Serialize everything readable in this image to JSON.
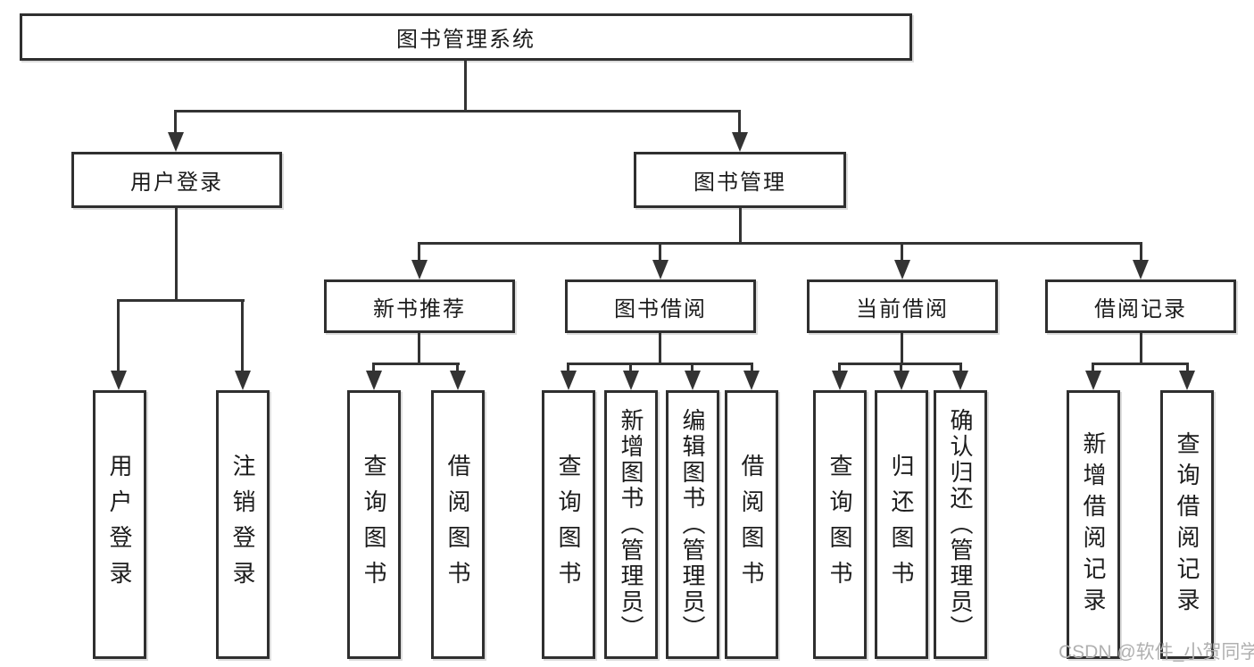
{
  "diagram": {
    "title": "图书管理系统",
    "root": {
      "label": "图书管理系统"
    },
    "level2": [
      {
        "id": "user-login",
        "label": "用户登录"
      },
      {
        "id": "book-management",
        "label": "图书管理"
      }
    ],
    "level3": [
      {
        "id": "new-book-recommend",
        "label": "新书推荐"
      },
      {
        "id": "book-borrow",
        "label": "图书借阅"
      },
      {
        "id": "current-borrow",
        "label": "当前借阅"
      },
      {
        "id": "borrow-records",
        "label": "借阅记录"
      }
    ],
    "leaves": [
      {
        "parent": "user-login",
        "label": "用户登录"
      },
      {
        "parent": "user-login",
        "label": "注销登录"
      },
      {
        "parent": "new-book-recommend",
        "label": "查询图书"
      },
      {
        "parent": "new-book-recommend",
        "label": "借阅图书"
      },
      {
        "parent": "book-borrow",
        "label": "查询图书"
      },
      {
        "parent": "book-borrow",
        "label": "新增图书（管理员）"
      },
      {
        "parent": "book-borrow",
        "label": "编辑图书（管理员）"
      },
      {
        "parent": "book-borrow",
        "label": "借阅图书"
      },
      {
        "parent": "current-borrow",
        "label": "查询图书"
      },
      {
        "parent": "current-borrow",
        "label": "归还图书"
      },
      {
        "parent": "current-borrow",
        "label": "确认归还（管理员）"
      },
      {
        "parent": "borrow-records",
        "label": "新增借阅记录"
      },
      {
        "parent": "borrow-records",
        "label": "查询借阅记录"
      }
    ],
    "watermark": "CSDN @软件_小贺同学",
    "colors": {
      "line": "#333333",
      "border": "#2f2f2f",
      "text": "#1c1c1c",
      "watermark": "#b0b0b0",
      "background": "#ffffff"
    }
  }
}
